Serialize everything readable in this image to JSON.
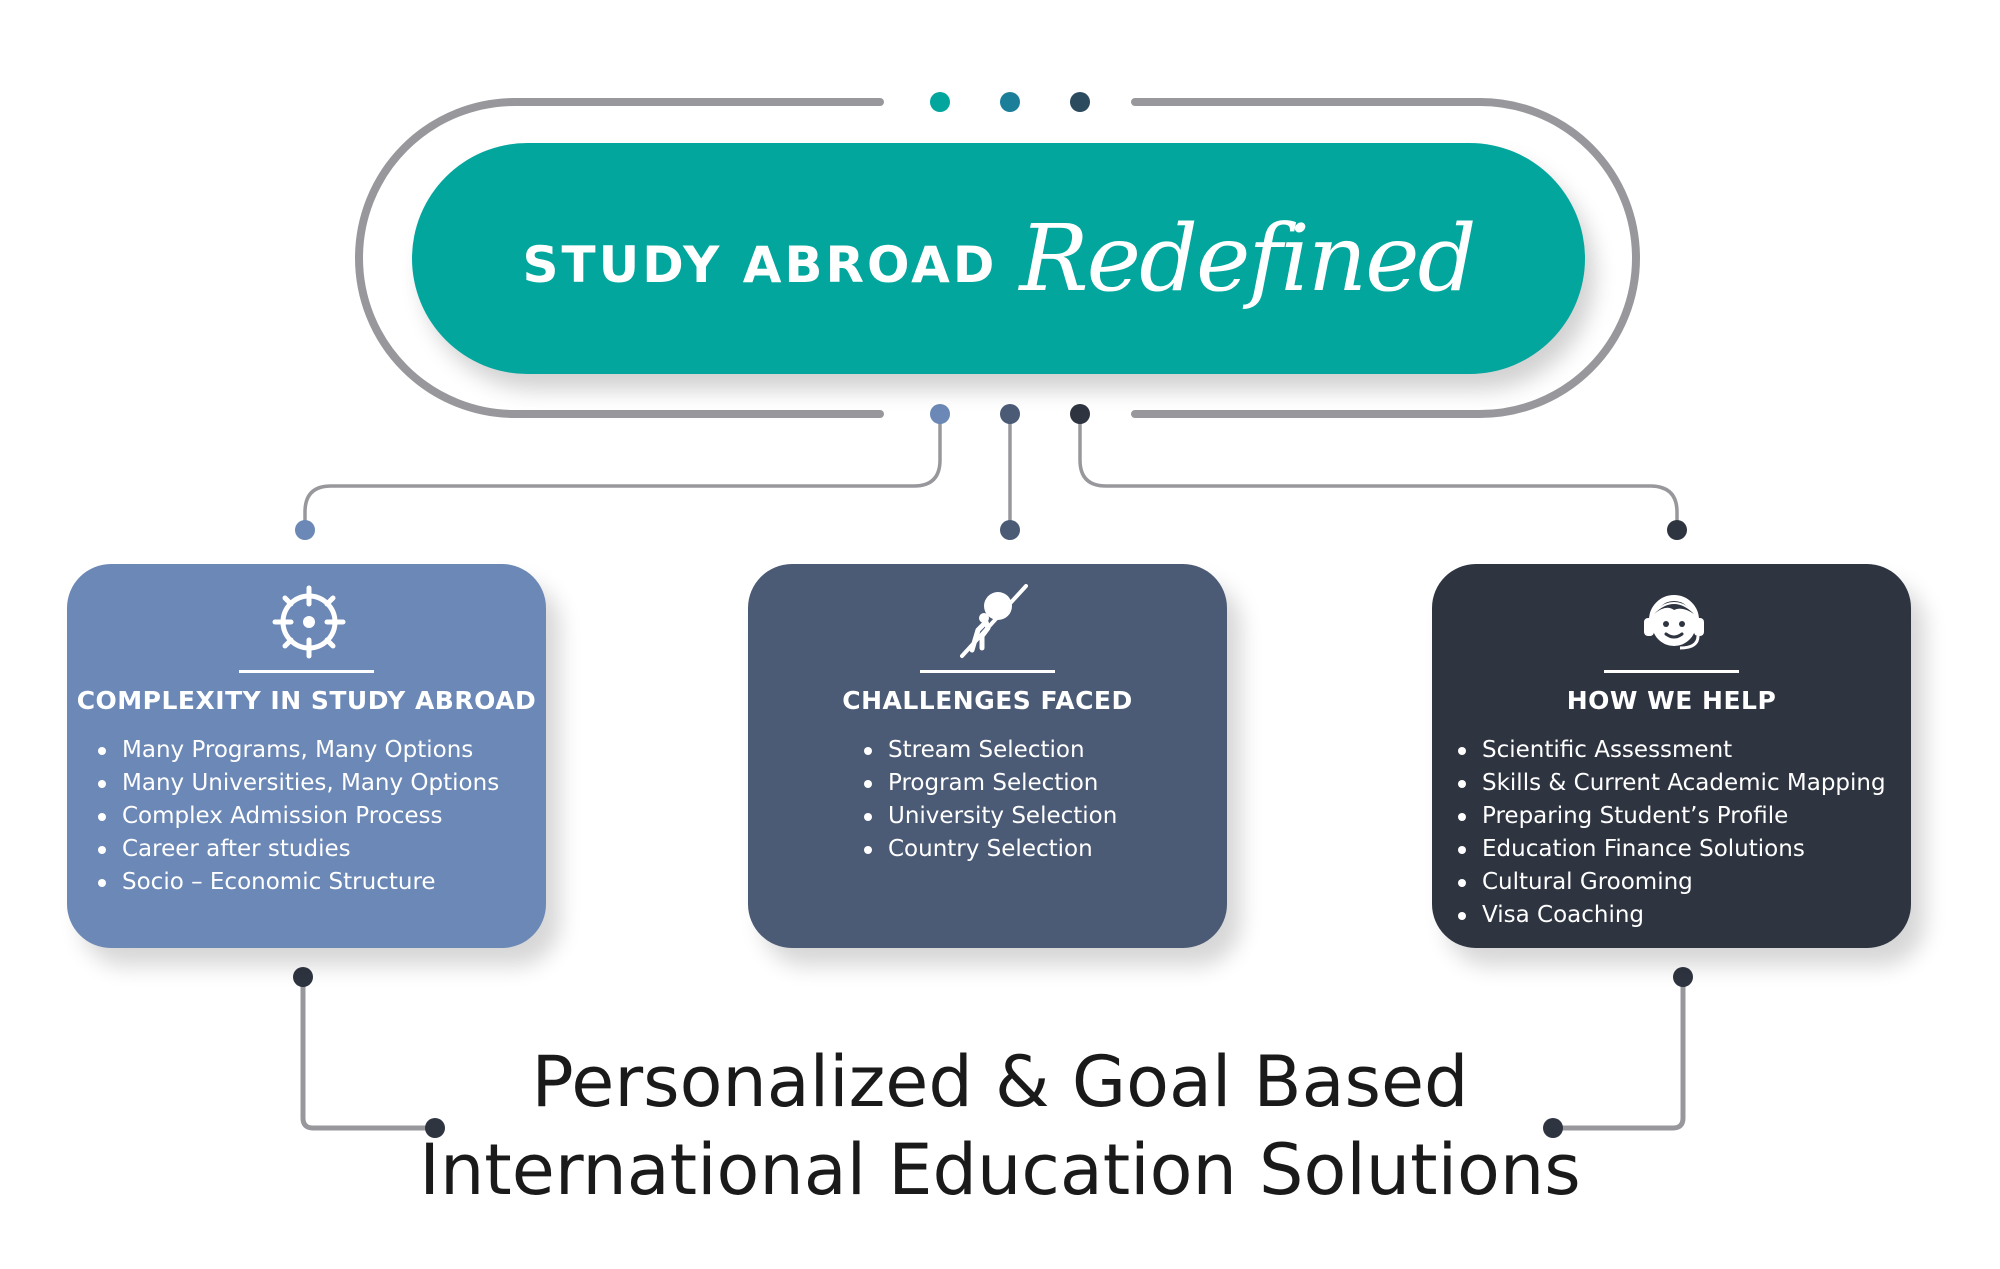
{
  "header": {
    "title_main": "STUDY ABROAD",
    "title_script": "Redefined",
    "accent_color": "#02a69d",
    "frame_color": "#98979c"
  },
  "cards": [
    {
      "title": "COMPLEXITY IN STUDY ABROAD",
      "icon": "compass-icon",
      "color": "#6b88b6",
      "items": [
        "Many Programs, Many Options",
        "Many Universities, Many Options",
        "Complex Admission Process",
        "Career after studies",
        "Socio – Economic Structure"
      ]
    },
    {
      "title": "CHALLENGES FACED",
      "icon": "uphill-boulder-icon",
      "color": "#4b5a75",
      "items": [
        "Stream Selection",
        "Program Selection",
        "University Selection",
        "Country Selection"
      ]
    },
    {
      "title": "HOW WE HELP",
      "icon": "headset-support-icon",
      "color": "#2e3440",
      "items": [
        "Scientific Assessment",
        "Skills & Current Academic Mapping",
        "Preparing Student’s Profile",
        "Education Finance Solutions",
        "Cultural Grooming",
        "Visa Coaching"
      ]
    }
  ],
  "footer": {
    "line1": "Personalized & Goal Based",
    "line2": "International Education Solutions"
  },
  "dot_colors": {
    "top": [
      "#02a69d",
      "#1c7f9a",
      "#2c4b5e"
    ],
    "bottom": [
      "#6b88b6",
      "#4b5a75",
      "#2e3440"
    ]
  }
}
